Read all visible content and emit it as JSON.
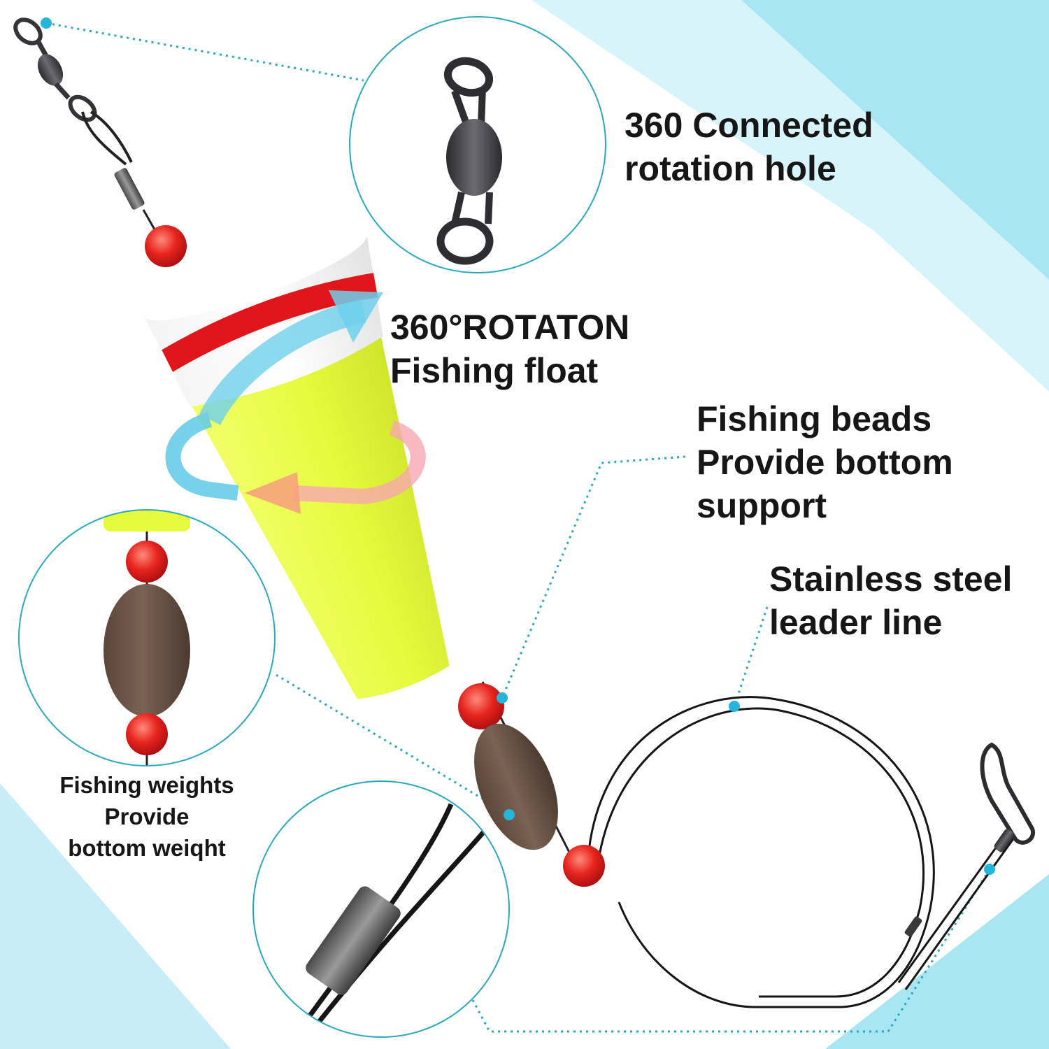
{
  "callouts": {
    "swivel": {
      "line1": "360 Connected",
      "line2": "rotation hole"
    },
    "float": {
      "line1": "360°ROTATON",
      "line2": "Fishing float"
    },
    "beads": {
      "line1": "Fishing beads",
      "line2": "Provide bottom",
      "line3": "support"
    },
    "leader": {
      "line1": "Stainless steel",
      "line2": "leader line"
    },
    "weights": {
      "line1": "Fishing weights",
      "line2": "Provide",
      "line3": "bottom weiqht"
    }
  },
  "colors": {
    "background_accent": "#a8e6f4",
    "float_top": "#ffffff",
    "float_stripe": "#e0161c",
    "float_body": "#e8fb4a",
    "bead": "#e8241e",
    "weight": "#6a5548",
    "swivel_metal": "#3c3c40",
    "callout_ring": "#2aa8bf",
    "callout_dot": "#25b4da"
  },
  "icons": [
    "swivel-icon",
    "float-icon",
    "bead-icon",
    "weight-icon",
    "leader-line-icon",
    "snap-clip-icon",
    "rotation-arrow-icon"
  ]
}
